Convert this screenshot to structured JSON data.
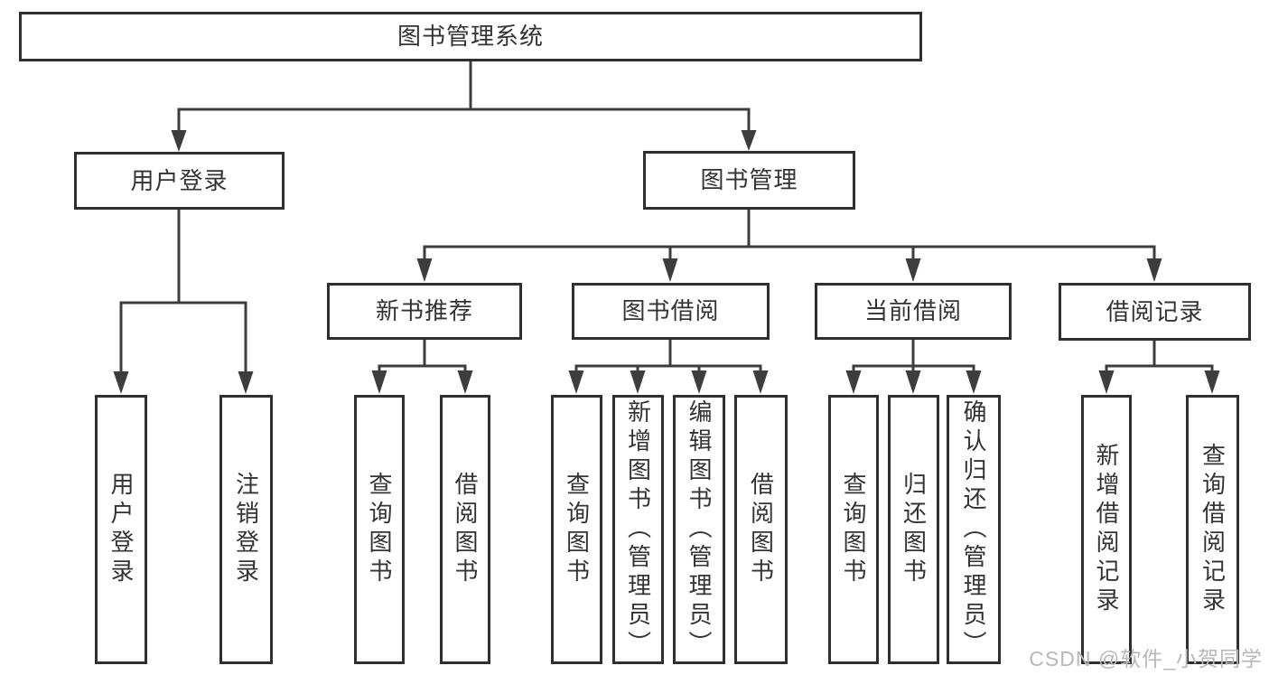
{
  "root": {
    "label": "图书管理系统"
  },
  "tree": [
    {
      "label": "用户登录",
      "children": [
        {
          "label": "用户登录"
        },
        {
          "label": "注销登录"
        }
      ]
    },
    {
      "label": "图书管理",
      "children": [
        {
          "label": "新书推荐",
          "children": [
            {
              "label": "查询图书"
            },
            {
              "label": "借阅图书"
            }
          ]
        },
        {
          "label": "图书借阅",
          "children": [
            {
              "label": "查询图书"
            },
            {
              "label": "新增图书（管理员）"
            },
            {
              "label": "编辑图书（管理员）"
            },
            {
              "label": "借阅图书"
            }
          ]
        },
        {
          "label": "当前借阅",
          "children": [
            {
              "label": "查询图书"
            },
            {
              "label": "归还图书"
            },
            {
              "label": "确认归还（管理员）"
            }
          ]
        },
        {
          "label": "借阅记录",
          "children": [
            {
              "label": "新增借阅记录"
            },
            {
              "label": "查询借阅记录"
            }
          ]
        }
      ]
    }
  ],
  "watermark": {
    "text": "CSDN @软件_小贺同学"
  },
  "colors": {
    "line": "#3d3d3d",
    "border": "#2f2f2f",
    "text": "#333333",
    "watermark_text": "#b8b8b8",
    "background": "#ffffff"
  }
}
